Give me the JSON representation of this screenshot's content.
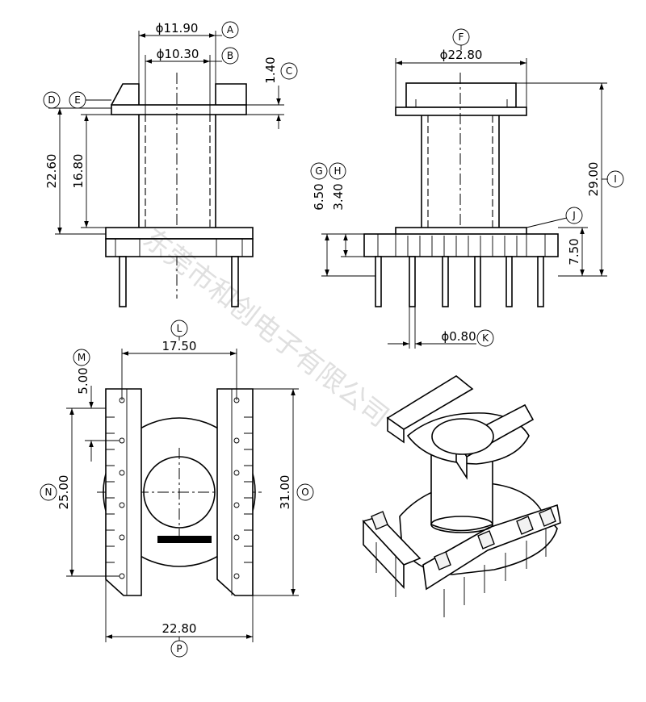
{
  "watermark": "东莞市和创电子有限公司",
  "front_view": {
    "dims": {
      "A": "ϕ11.90",
      "B": "ϕ10.30",
      "C": "1.40",
      "D": "22.60",
      "E": "16.80"
    },
    "letters": {
      "A": "A",
      "B": "B",
      "C": "C",
      "D": "D",
      "E": "E"
    }
  },
  "side_view": {
    "dims": {
      "F": "ϕ22.80",
      "G": "6.50",
      "H": "3.40",
      "I": "29.00",
      "J": "7.50",
      "K": "ϕ0.80"
    },
    "letters": {
      "F": "F",
      "G": "G",
      "H": "H",
      "I": "I",
      "J": "J",
      "K": "K"
    }
  },
  "bottom_view": {
    "dims": {
      "L": "17.50",
      "M": "5.00",
      "N": "25.00",
      "O": "31.00",
      "P": "22.80"
    },
    "letters": {
      "L": "L",
      "M": "M",
      "N": "N",
      "O": "O",
      "P": "P"
    }
  }
}
